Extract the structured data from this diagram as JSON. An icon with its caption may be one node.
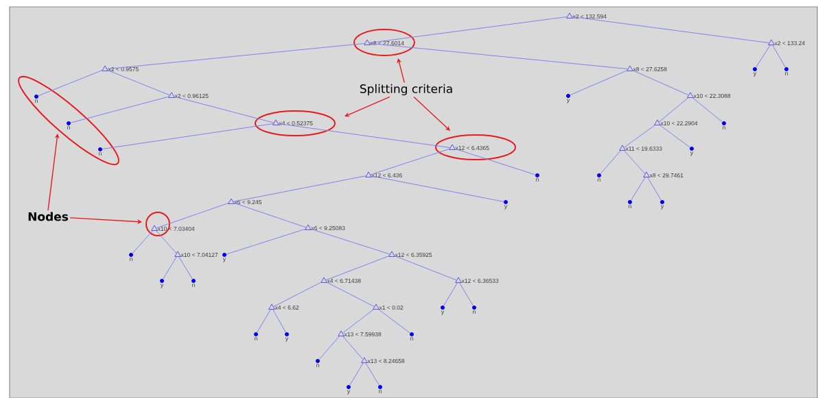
{
  "diagram": {
    "nodes": [
      {
        "text": [
          "x2 < 132.594"
        ]
      },
      {
        "text": [
          "x8 < 27.6014"
        ]
      },
      {
        "text": [
          "x2 < 0.9575"
        ]
      },
      {
        "text": [
          "n"
        ]
      },
      {
        "text": [
          "x2 < 0.96125"
        ]
      },
      {
        "text": [
          "n"
        ]
      },
      {
        "text": [
          "x4 < 0.52375"
        ]
      },
      {
        "text": [
          "n"
        ]
      },
      {
        "text": [
          "x12 < 6.4365"
        ]
      },
      {
        "text": [
          "x12 < 6.436"
        ]
      },
      {
        "text": [
          "x6 < 9.245"
        ]
      },
      {
        "text": [
          "x10 < 7.03404"
        ]
      },
      {
        "text": [
          "n"
        ]
      },
      {
        "text": [
          "x10 < 7.04127"
        ]
      },
      {
        "text": [
          "y"
        ]
      },
      {
        "text": [
          "n"
        ]
      },
      {
        "text": [
          "x6 < 9.25083"
        ]
      },
      {
        "text": [
          "y"
        ]
      },
      {
        "text": [
          "x12 < 6.35925"
        ]
      },
      {
        "text": [
          "x4 < 6.71438"
        ]
      },
      {
        "text": [
          "x4 < 6.62"
        ]
      },
      {
        "text": [
          "n"
        ]
      },
      {
        "text": [
          "y"
        ]
      },
      {
        "text": [
          "x1 < 0.02"
        ]
      },
      {
        "text": [
          "x13 < 7.59938"
        ]
      },
      {
        "text": [
          "n"
        ]
      },
      {
        "text": [
          "x13 < 8.24658"
        ]
      },
      {
        "text": [
          "y"
        ]
      },
      {
        "text": [
          "n"
        ]
      },
      {
        "text": [
          "n"
        ]
      },
      {
        "text": [
          "x12 < 6.36533"
        ]
      },
      {
        "text": [
          "y"
        ]
      },
      {
        "text": [
          "n"
        ]
      },
      {
        "text": [
          "y"
        ]
      },
      {
        "text": [
          "n"
        ]
      },
      {
        "text": [
          "x8 < 27.6258"
        ]
      },
      {
        "text": [
          "y"
        ]
      },
      {
        "text": [
          "x10 < 22.3088"
        ]
      },
      {
        "text": [
          "x10 < 22.2904"
        ]
      },
      {
        "text": [
          "x11 < 19.6333"
        ]
      },
      {
        "text": [
          "n"
        ]
      },
      {
        "text": [
          "x8 < 29.7461"
        ]
      },
      {
        "text": [
          "n"
        ]
      },
      {
        "text": [
          "y"
        ]
      },
      {
        "text": [
          "y"
        ]
      },
      {
        "text": [
          "n"
        ]
      },
      {
        "text": [
          "x2 < 133.24"
        ]
      },
      {
        "text": [
          "y"
        ]
      },
      {
        "text": [
          "n"
        ]
      },
      {
        "text": [
          "Splitting criteria"
        ]
      },
      {
        "text": [
          "Nodes"
        ]
      }
    ],
    "edges": [
      {
        "from": 0,
        "to": 1,
        "arrow": "none"
      },
      {
        "from": 0,
        "to": 46,
        "arrow": "none"
      },
      {
        "from": 1,
        "to": 2,
        "arrow": "none"
      },
      {
        "from": 1,
        "to": 35,
        "arrow": "none"
      },
      {
        "from": 2,
        "to": 3,
        "arrow": "none"
      },
      {
        "from": 2,
        "to": 4,
        "arrow": "none"
      },
      {
        "from": 4,
        "to": 5,
        "arrow": "none"
      },
      {
        "from": 4,
        "to": 6,
        "arrow": "none"
      },
      {
        "from": 6,
        "to": 7,
        "arrow": "none"
      },
      {
        "from": 6,
        "to": 8,
        "arrow": "none"
      },
      {
        "from": 8,
        "to": 9,
        "arrow": "none"
      },
      {
        "from": 8,
        "to": 34,
        "arrow": "none"
      },
      {
        "from": 9,
        "to": 10,
        "arrow": "none"
      },
      {
        "from": 9,
        "to": 33,
        "arrow": "none"
      },
      {
        "from": 10,
        "to": 11,
        "arrow": "none"
      },
      {
        "from": 10,
        "to": 16,
        "arrow": "none"
      },
      {
        "from": 11,
        "to": 12,
        "arrow": "none"
      },
      {
        "from": 11,
        "to": 13,
        "arrow": "none"
      },
      {
        "from": 13,
        "to": 14,
        "arrow": "none"
      },
      {
        "from": 13,
        "to": 15,
        "arrow": "none"
      },
      {
        "from": 16,
        "to": 17,
        "arrow": "none"
      },
      {
        "from": 16,
        "to": 18,
        "arrow": "none"
      },
      {
        "from": 18,
        "to": 19,
        "arrow": "none"
      },
      {
        "from": 18,
        "to": 30,
        "arrow": "none"
      },
      {
        "from": 19,
        "to": 20,
        "arrow": "none"
      },
      {
        "from": 19,
        "to": 23,
        "arrow": "none"
      },
      {
        "from": 20,
        "to": 21,
        "arrow": "none"
      },
      {
        "from": 20,
        "to": 22,
        "arrow": "none"
      },
      {
        "from": 23,
        "to": 24,
        "arrow": "none"
      },
      {
        "from": 23,
        "to": 29,
        "arrow": "none"
      },
      {
        "from": 24,
        "to": 25,
        "arrow": "none"
      },
      {
        "from": 24,
        "to": 26,
        "arrow": "none"
      },
      {
        "from": 26,
        "to": 27,
        "arrow": "none"
      },
      {
        "from": 26,
        "to": 28,
        "arrow": "none"
      },
      {
        "from": 30,
        "to": 31,
        "arrow": "none"
      },
      {
        "from": 30,
        "to": 32,
        "arrow": "none"
      },
      {
        "from": 35,
        "to": 36,
        "arrow": "none"
      },
      {
        "from": 35,
        "to": 37,
        "arrow": "none"
      },
      {
        "from": 37,
        "to": 38,
        "arrow": "none"
      },
      {
        "from": 37,
        "to": 45,
        "arrow": "none"
      },
      {
        "from": 38,
        "to": 39,
        "arrow": "none"
      },
      {
        "from": 38,
        "to": 44,
        "arrow": "none"
      },
      {
        "from": 39,
        "to": 40,
        "arrow": "none"
      },
      {
        "from": 39,
        "to": 41,
        "arrow": "none"
      },
      {
        "from": 41,
        "to": 42,
        "arrow": "none"
      },
      {
        "from": 41,
        "to": 43,
        "arrow": "none"
      },
      {
        "from": 46,
        "to": 47,
        "arrow": "none"
      },
      {
        "from": 46,
        "to": 48,
        "arrow": "none"
      },
      {
        "from": 49,
        "to": 1,
        "arrow": "to",
        "color": "#e8191c"
      },
      {
        "from": 49,
        "to": 6,
        "arrow": "to",
        "color": "#e8191c"
      },
      {
        "from": 49,
        "to": 8,
        "arrow": "to",
        "color": "#e8191c"
      },
      {
        "from": 50,
        "to": 11,
        "arrow": "to",
        "color": "#e8191c"
      },
      {
        "from": 50,
        "to": null,
        "arrow": "to",
        "color": "#e8191c"
      }
    ]
  }
}
